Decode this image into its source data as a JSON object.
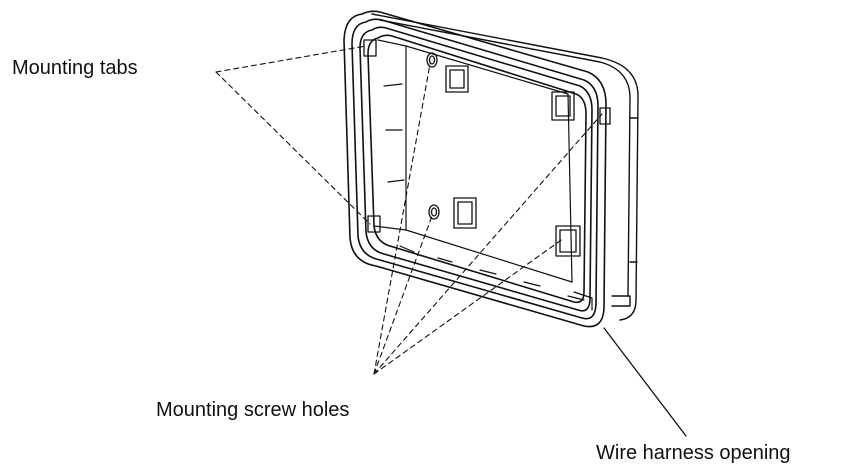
{
  "labels": {
    "mounting_tabs": "Mounting tabs",
    "mounting_screw_holes": "Mounting screw holes",
    "wire_harness_opening": "Wire harness opening"
  },
  "colors": {
    "line": "#111111",
    "background": "#ffffff"
  }
}
